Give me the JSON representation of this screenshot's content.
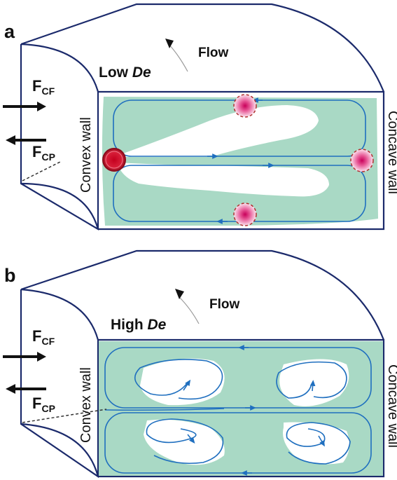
{
  "panel_a": {
    "label": "a",
    "flow": "Flow",
    "de_prefix": "Low ",
    "de_italic": "De",
    "force_cf_main": "F",
    "force_cf_sub": "CF",
    "force_cp_main": "F",
    "force_cp_sub": "CP",
    "convex_wall": "Convex wall",
    "concave_wall": "Concave wall"
  },
  "panel_b": {
    "label": "b",
    "flow": "Flow",
    "de_prefix": "High ",
    "de_italic": "De",
    "force_cf_main": "F",
    "force_cf_sub": "CF",
    "force_cp_main": "F",
    "force_cp_sub": "CP",
    "convex_wall": "Convex wall",
    "concave_wall": "Concave wall"
  },
  "colors": {
    "outline": "#1b2a6b",
    "streamline": "#1f6fbf",
    "fluid": "#a9d9c5",
    "particle": "#e0337a",
    "particle_edge": "#b03030"
  }
}
